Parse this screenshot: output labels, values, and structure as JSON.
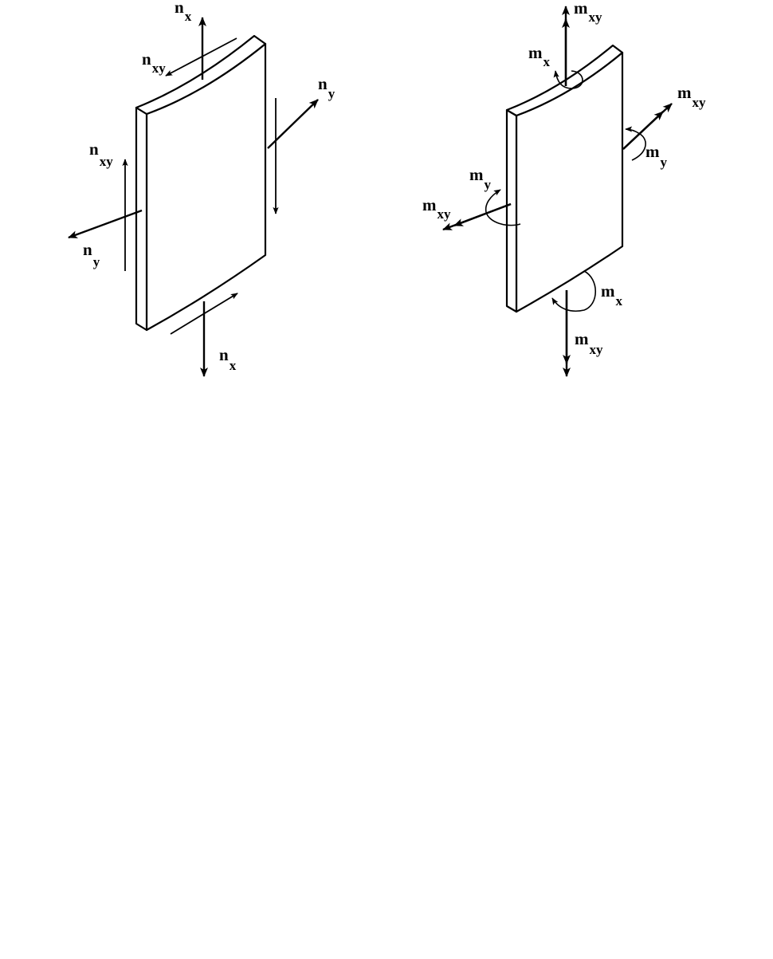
{
  "left_figure": {
    "labels": {
      "nx_top": {
        "main": "n",
        "sub": "x"
      },
      "nxy_top": {
        "main": "n",
        "sub": "xy"
      },
      "ny_right": {
        "main": "n",
        "sub": "y"
      },
      "nxy_left": {
        "main": "n",
        "sub": "xy"
      },
      "ny_left": {
        "main": "n",
        "sub": "y"
      },
      "nx_bottom": {
        "main": "n",
        "sub": "x"
      }
    }
  },
  "right_figure": {
    "labels": {
      "mxy_top": {
        "main": "m",
        "sub": "xy"
      },
      "mx_top": {
        "main": "m",
        "sub": "x"
      },
      "mxy_right": {
        "main": "m",
        "sub": "xy"
      },
      "my_right": {
        "main": "m",
        "sub": "y"
      },
      "my_left": {
        "main": "m",
        "sub": "y"
      },
      "mxy_left": {
        "main": "m",
        "sub": "xy"
      },
      "mx_bottom": {
        "main": "m",
        "sub": "x"
      },
      "mxy_bottom": {
        "main": "m",
        "sub": "xy"
      }
    }
  }
}
